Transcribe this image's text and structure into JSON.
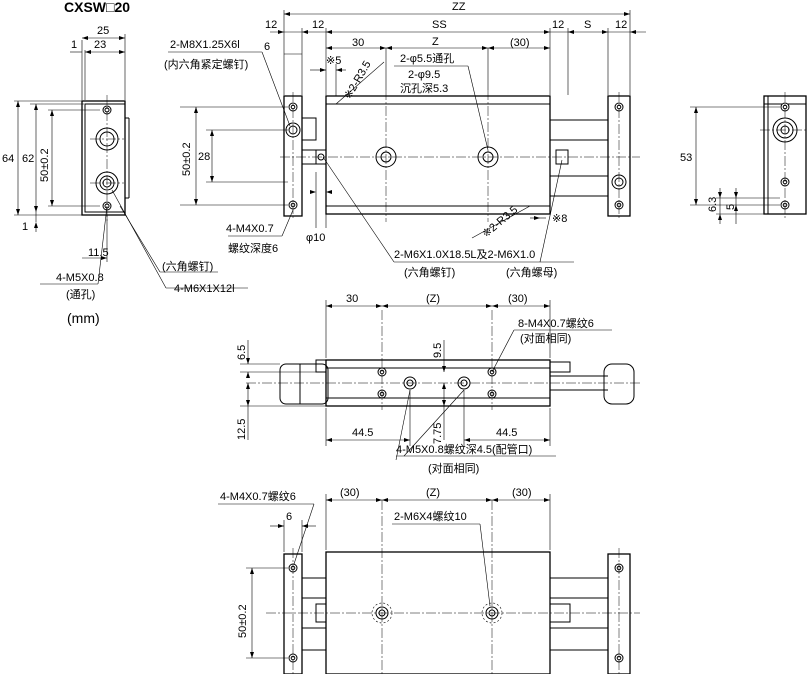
{
  "title": "CXSW□20",
  "unit": "(mm)",
  "side_view": {
    "dims": {
      "w25": "25",
      "w23": "23",
      "w1top": "1",
      "h64": "64",
      "h62": "62",
      "h50": "50±0.2",
      "h1": "1",
      "w11_5": "11.5"
    },
    "callouts": {
      "m5": "4-M5X0.8",
      "m5_sub": "(通孔)",
      "m6": "4-M6X1X12l",
      "hex_bolt": "(六角螺钉)"
    }
  },
  "front_view": {
    "top_dims": {
      "zz": "ZZ",
      "ss": "SS",
      "z": "Z",
      "s": "S",
      "left12a": "12",
      "left12b": "12",
      "right12a": "12",
      "right12b": "12",
      "d6": "6",
      "d30": "30",
      "d30r": "(30)",
      "note5": "※5",
      "note8": "※8"
    },
    "callouts": {
      "m8": "2-M8X1.25X6l",
      "m8_sub": "(内六角紧定螺钉)",
      "hole55": "2-φ5.5通孔",
      "hole95": "2-φ9.5",
      "counter": "沉孔深5.3",
      "r35_top": "※2-R3.5",
      "r35_bot": "※2-R3.5",
      "m4": "4-M4X0.7",
      "m4_depth": "螺纹深度6",
      "phi10": "φ10",
      "m6long": "2-M6X1.0X18.5L及2-M6X1.0",
      "hex_bolt": "(六角螺钉)",
      "hex_nut": "(六角螺母)"
    },
    "left_dims": {
      "h50": "50±0.2",
      "h28": "28"
    }
  },
  "end_view": {
    "dims": {
      "h53": "53",
      "h6_3": "6.3",
      "h5": "5"
    }
  },
  "top_view": {
    "dims": {
      "d30": "30",
      "dz": "(Z)",
      "d30r": "(30)",
      "h6_5": "6.5",
      "h9_5": "9.5",
      "h12_5": "12.5",
      "h7_75": "7.75",
      "d44a": "44.5",
      "d44b": "44.5"
    },
    "callouts": {
      "m4_8": "8-M4X0.7螺纹6",
      "m4_8_sub": "(对面相同)",
      "m5": "4-M5X0.8螺纹深4.5(配管口)",
      "m5_sub": "(对面相同)"
    }
  },
  "bottom_view": {
    "dims": {
      "d30": "(30)",
      "dz": "(Z)",
      "d30r": "(30)",
      "d6": "6",
      "h50": "50±0.2"
    },
    "callouts": {
      "m4": "4-M4X0.7螺纹6",
      "m6": "2-M6X4螺纹10"
    }
  }
}
